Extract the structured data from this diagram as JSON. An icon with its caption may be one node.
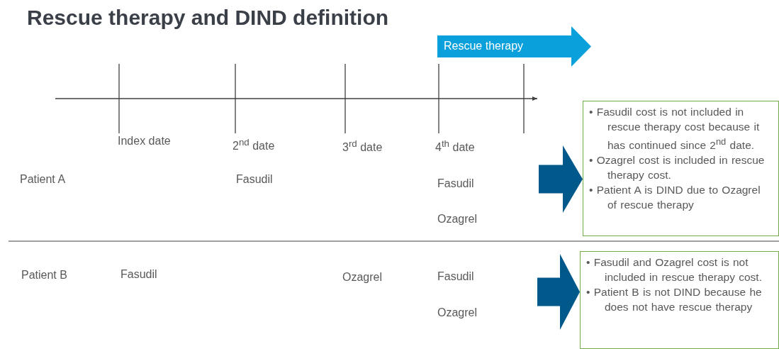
{
  "diagram": {
    "title": "Rescue therapy and DIND definition",
    "nodes": [
      {
        "text": [
          "Rescue therapy"
        ]
      },
      {
        "text": [
          "• Fasudil cost is not included in rescue therapy cost because it has continued since 2$^{nd}$ date.",
          "• Ozagrel cost is included in rescue therapy cost.",
          "• Patient A is DIND due to Ozagrel of rescue therapy"
        ]
      },
      {
        "text": [
          "• Fasudil and Ozagrel cost is not included in rescue therapy cost.",
          "• Patient B is not DIND because he does not have rescue therapy"
        ]
      }
    ],
    "edges": [
      {
        "from": null,
        "to": 1,
        "arrow": "to"
      },
      {
        "from": null,
        "to": 2,
        "arrow": "to"
      }
    ],
    "labels": [
      "Index date",
      "2$^{nd}$ date",
      "3$^{rd}$ date",
      "4$^{th}$ date",
      "Patient A",
      "Fasudil",
      "Fasudil",
      "Ozagrel",
      "Patient B",
      "Fasudil",
      "Ozagrel",
      "Fasudil",
      "Ozagrel"
    ]
  }
}
